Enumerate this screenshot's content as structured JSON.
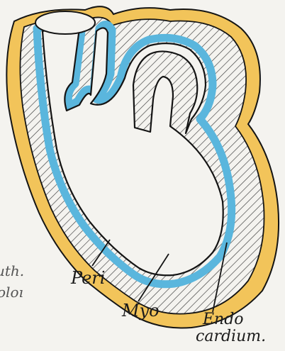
{
  "labels": {
    "peri": "Peri",
    "myo": "Myo",
    "endo_line1": "Endo",
    "endo_line2": "cardium."
  },
  "edge_fragments": {
    "top_left": "uth.",
    "mid_left": "oloı"
  },
  "colors": {
    "pericardium": "#f2c45a",
    "myocardium_hatch": "#3a3a3a",
    "endocardium": "#5ab6dd",
    "outline": "#141414",
    "paper": "#f4f3ef"
  }
}
